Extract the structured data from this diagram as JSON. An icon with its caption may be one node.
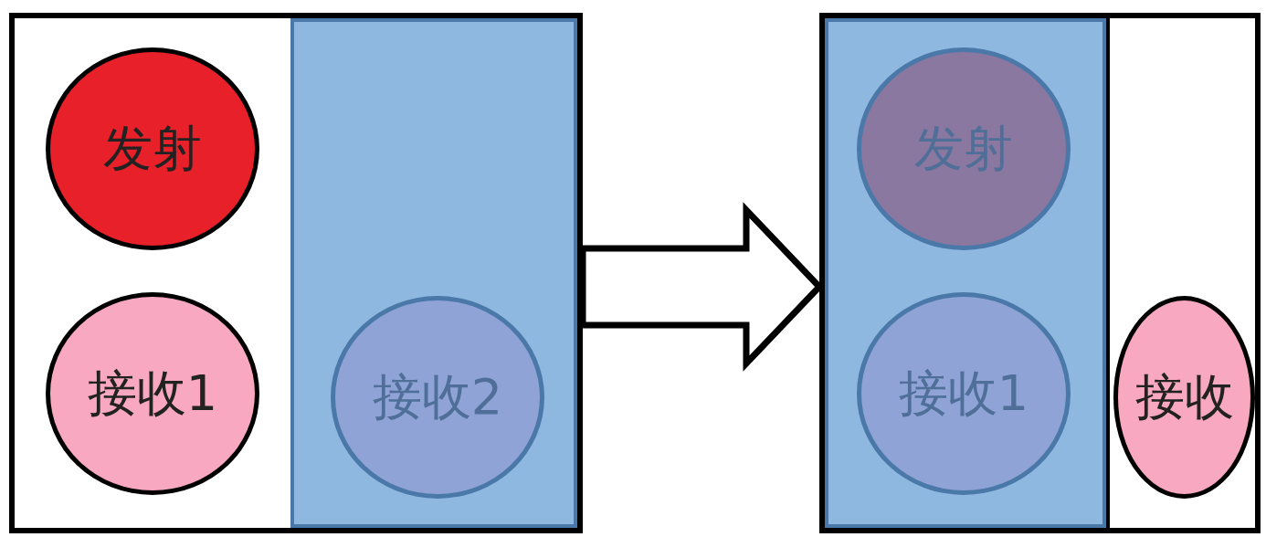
{
  "diagram": {
    "nodes": [
      {
        "text": [],
        "shape": "box"
      },
      {
        "text": [],
        "shape": "box",
        "in": 0
      },
      {
        "text": [],
        "shape": "box",
        "in": 0
      },
      {
        "text": [
          "发射"
        ],
        "in": 1
      },
      {
        "text": [
          "接收1"
        ],
        "in": 1
      },
      {
        "text": [
          "接收2"
        ],
        "in": 2
      },
      {
        "text": [],
        "shape": "box"
      },
      {
        "text": [],
        "shape": "box",
        "in": 6
      },
      {
        "text": [],
        "shape": "box",
        "in": 6
      },
      {
        "text": [
          "发射"
        ],
        "in": 7
      },
      {
        "text": [
          "接收1"
        ],
        "in": 7
      },
      {
        "text": [
          "接收"
        ],
        "in": 8
      }
    ],
    "edges": [
      {
        "from": 0,
        "to": 6,
        "arrow": "to"
      }
    ]
  }
}
